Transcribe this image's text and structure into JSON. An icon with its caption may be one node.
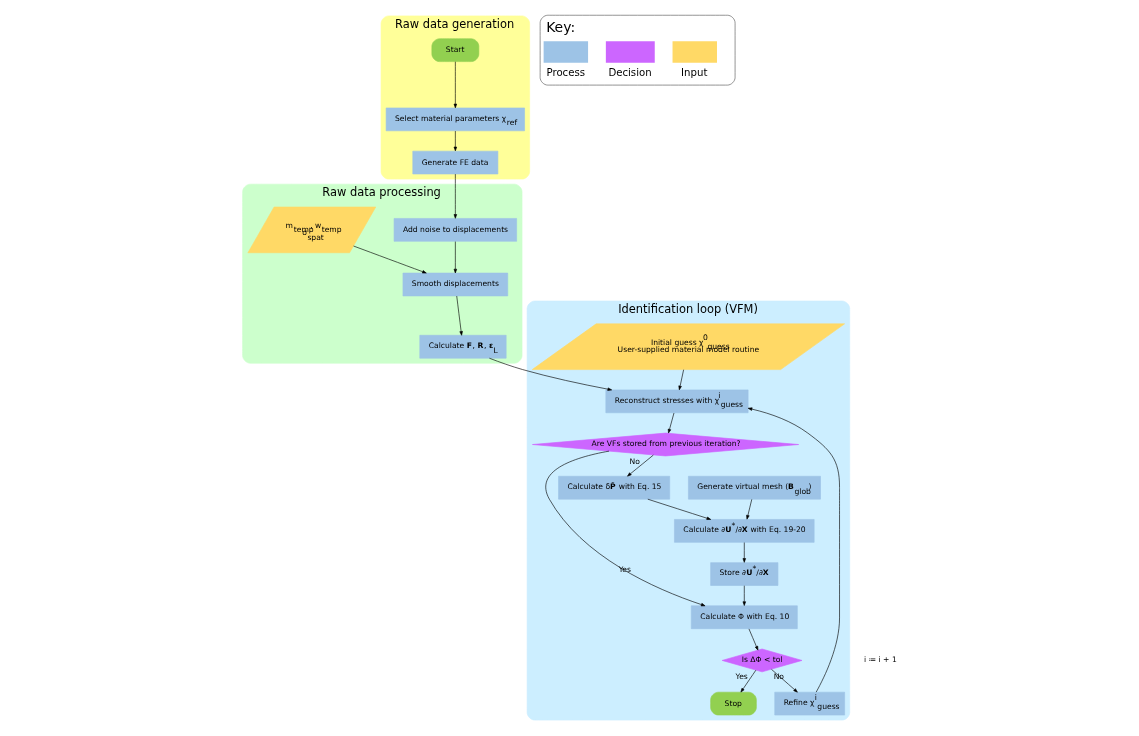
{
  "diagram": {
    "nodes": [
      {
        "text": [
          "Raw data generation"
        ]
      },
      {
        "text": [
          "Start"
        ],
        "in": 0
      },
      {
        "text": [
          "Select material parameters χ$_{ref}$"
        ],
        "in": 0
      },
      {
        "text": [
          "Generate FE data"
        ],
        "in": 0
      },
      {
        "text": [
          "Raw data processing"
        ]
      },
      {
        "text": [
          "Add noise to displacements"
        ],
        "in": 4
      },
      {
        "text": [
          "m$_{temp}$, w$_{temp}$",
          "σ$_{spat}$"
        ],
        "in": 4
      },
      {
        "text": [
          "Smooth displacements"
        ],
        "in": 4
      },
      {
        "text": [
          "Calculate **F**, **R**, **ε**$_{L}$"
        ],
        "in": 4
      },
      {
        "text": [
          "Identification loop (VFM)"
        ]
      },
      {
        "text": [
          "Generate virtual mesh (**B**$_{glob}$)"
        ],
        "in": 9
      },
      {
        "text": [
          "Calculate δ**P̃** with Eq. 15"
        ],
        "in": 9
      },
      {
        "text": [
          "Calculate ∂**U**$^{*}$/∂**X** with Eq. 19-20"
        ],
        "in": 9
      },
      {
        "text": [
          "Store ∂**U**$^{*}$/∂**X**"
        ],
        "in": 9
      },
      {
        "text": [
          "Are VFs stored from previous iteration?"
        ],
        "in": 9
      },
      {
        "text": [
          "Calculate Φ with Eq. 10"
        ],
        "in": 9
      },
      {
        "text": [
          "Reconstruct stresses with χ$^{i}$$_{guess}$"
        ],
        "in": 9
      },
      {
        "text": [
          "Refine χ$^{i}$$_{guess}$"
        ],
        "in": 9
      },
      {
        "text": [
          "Is ΔΦ < tol"
        ],
        "in": 9
      },
      {
        "text": [
          "Initial guess χ$^{0}$$_{guess}$",
          "User-supplied material model routine"
        ],
        "in": 9
      },
      {
        "text": [
          "Stop"
        ],
        "in": 9
      }
    ],
    "edges": [
      {
        "from": 1,
        "to": 2,
        "arrow": "to"
      },
      {
        "from": 2,
        "to": 3,
        "arrow": "to"
      },
      {
        "from": 3,
        "to": 5,
        "arrow": "to"
      },
      {
        "from": 5,
        "to": 7,
        "arrow": "to"
      },
      {
        "from": 6,
        "to": 7,
        "arrow": "to"
      },
      {
        "from": 7,
        "to": 8,
        "arrow": "to"
      },
      {
        "from": 8,
        "to": 16,
        "arrow": "to"
      },
      {
        "from": 10,
        "to": 12,
        "arrow": "to"
      },
      {
        "from": 11,
        "to": 12,
        "arrow": "to"
      },
      {
        "from": 12,
        "to": 13,
        "arrow": "to"
      },
      {
        "from": 13,
        "to": 15,
        "arrow": "to"
      },
      {
        "from": 14,
        "to": 11,
        "arrow": "to",
        "label": "No"
      },
      {
        "from": 14,
        "to": 15,
        "arrow": "to",
        "label": "Yes"
      },
      {
        "from": 15,
        "to": 18,
        "arrow": "to"
      },
      {
        "from": 18,
        "to": 17,
        "arrow": "to",
        "label": "No"
      },
      {
        "from": 17,
        "to": 16,
        "arrow": "to"
      },
      {
        "from": 16,
        "to": 14,
        "arrow": "to"
      },
      {
        "from": 19,
        "to": 16,
        "arrow": "to"
      },
      {
        "from": 18,
        "to": 20,
        "arrow": "to",
        "label": "Yes"
      }
    ],
    "labels": [
      "Key:",
      "i ≔ i + 1"
    ],
    "legend": [
      {
        "text": "Process",
        "color": "#9dc3e6"
      },
      {
        "text": "Decision",
        "color": "#cc66ff"
      },
      {
        "text": "Input",
        "color": "#ffd966"
      }
    ]
  }
}
